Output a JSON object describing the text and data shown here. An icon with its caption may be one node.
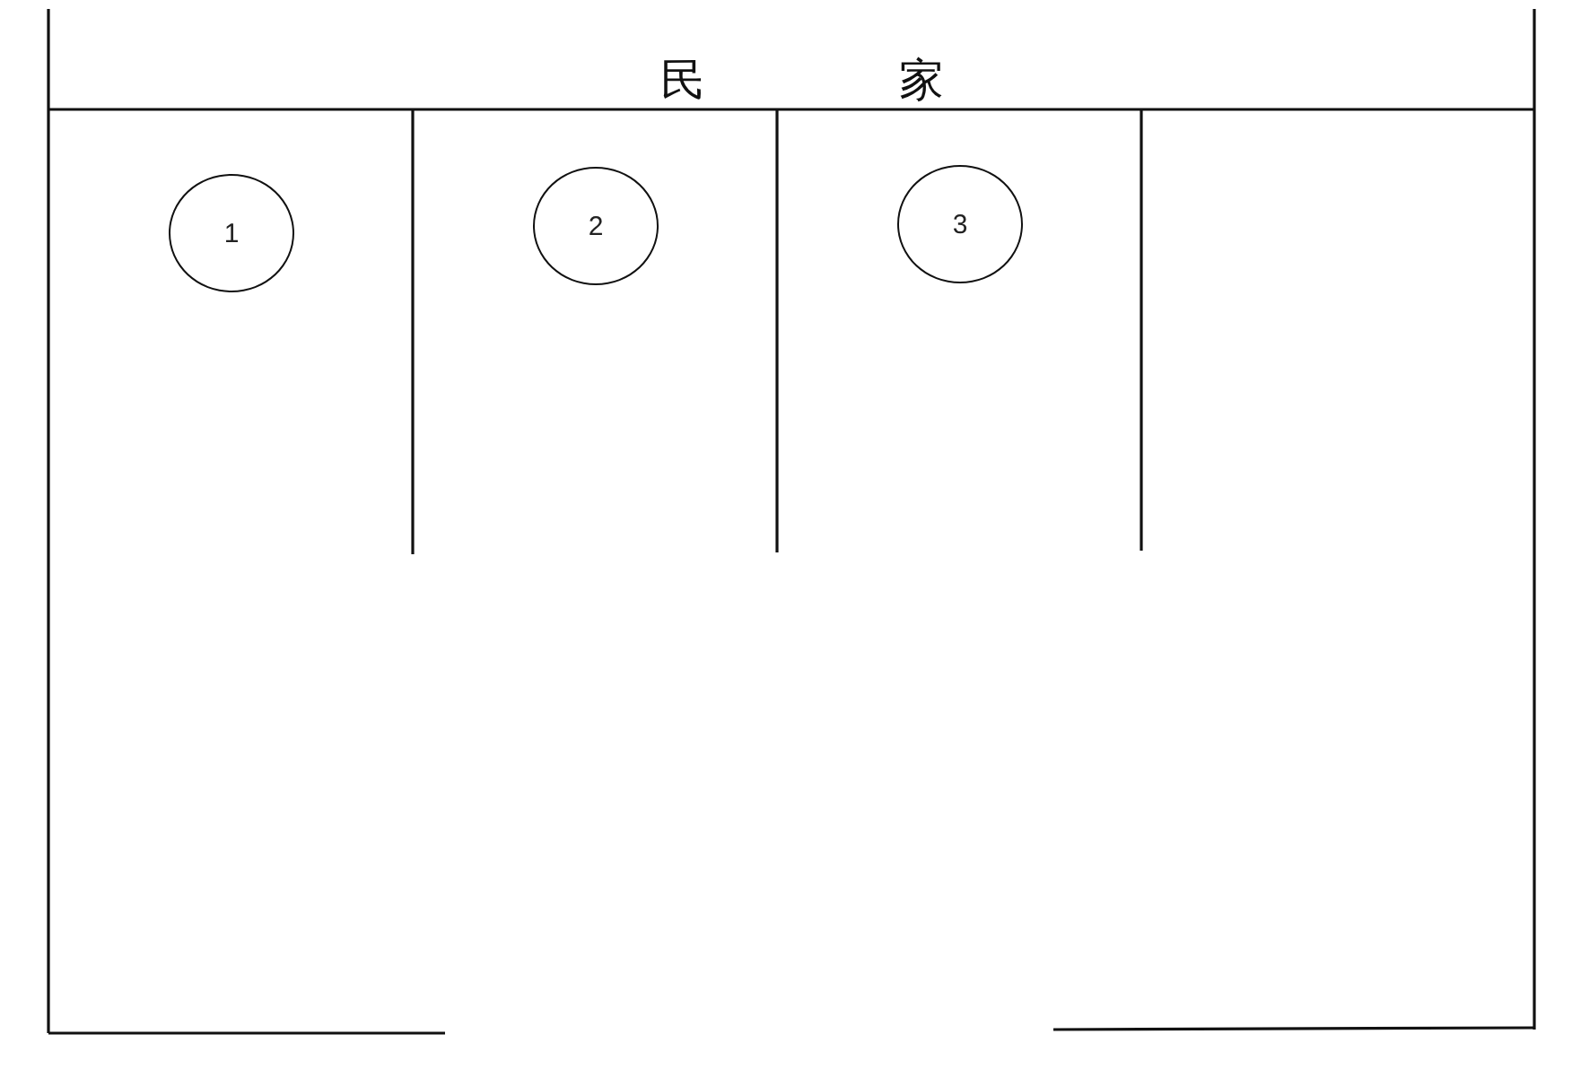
{
  "diagram": {
    "nodes": [
      {
        "text": [
          "1"
        ]
      },
      {
        "text": [
          "2"
        ]
      },
      {
        "text": [
          "3"
        ]
      }
    ],
    "edges": [],
    "labels": [
      "民 家"
    ]
  }
}
